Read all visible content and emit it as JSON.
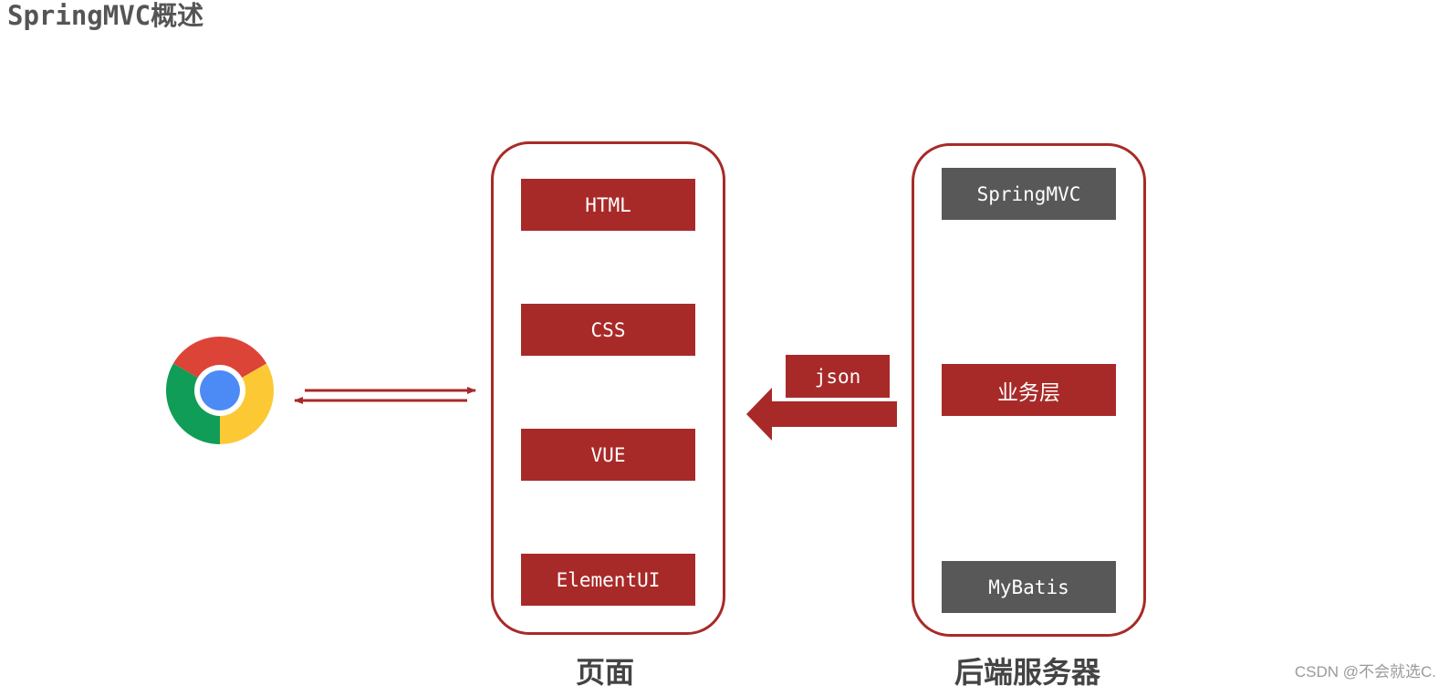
{
  "page": {
    "title": "SpringMVC概述"
  },
  "frontend": {
    "caption": "页面",
    "items": [
      "HTML",
      "CSS",
      "VUE",
      "ElementUI"
    ]
  },
  "backend": {
    "caption": "后端服务器",
    "top": "SpringMVC",
    "middle": "业务层",
    "bottom": "MyBatis"
  },
  "transfer": {
    "label": "json"
  },
  "browser": {
    "icon": "chrome-browser-icon"
  },
  "colors": {
    "accent": "#a82a28",
    "dark": "#585858"
  },
  "watermark": "CSDN @不会就选C."
}
